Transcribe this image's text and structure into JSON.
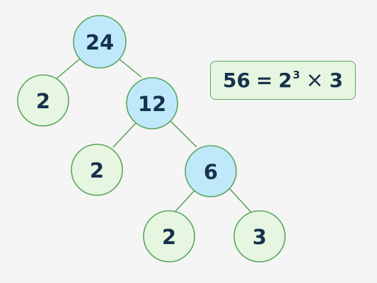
{
  "tree": {
    "nodes": [
      {
        "id": "n24",
        "label": "24",
        "kind": "composite"
      },
      {
        "id": "n2a",
        "label": "2",
        "kind": "prime"
      },
      {
        "id": "n12",
        "label": "12",
        "kind": "composite"
      },
      {
        "id": "n2b",
        "label": "2",
        "kind": "prime"
      },
      {
        "id": "n6",
        "label": "6",
        "kind": "composite"
      },
      {
        "id": "n2c",
        "label": "2",
        "kind": "prime"
      },
      {
        "id": "n3",
        "label": "3",
        "kind": "prime"
      }
    ],
    "edges": [
      [
        "n24",
        "n2a"
      ],
      [
        "n24",
        "n12"
      ],
      [
        "n12",
        "n2b"
      ],
      [
        "n12",
        "n6"
      ],
      [
        "n6",
        "n2c"
      ],
      [
        "n6",
        "n3"
      ]
    ],
    "colors": {
      "composite_fill": "#bfe9fb",
      "prime_fill": "#e6f6e1",
      "stroke": "#5aa65a",
      "text": "#17324b"
    }
  },
  "result": {
    "lhs": "56",
    "equals": "=",
    "base": "2",
    "exponent": "3",
    "times": "×",
    "factor": "3"
  }
}
